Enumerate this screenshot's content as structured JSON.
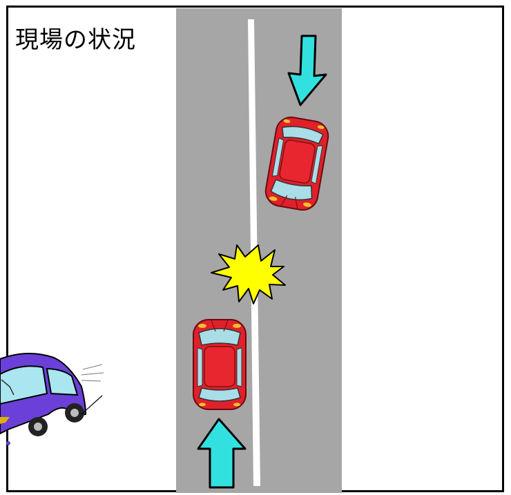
{
  "title": "現場の状況",
  "colors": {
    "road": "#a6a6a6",
    "center_line": "#ffffff",
    "car_body": "#e0202a",
    "car_glass": "#a9dde8",
    "arrow": "#33e0e0",
    "impact": "#ffff00",
    "crashed_car": "#6a40d8"
  },
  "icons": [
    "road",
    "center-line",
    "red-car",
    "direction-arrow",
    "impact-burst",
    "crashed-car"
  ]
}
